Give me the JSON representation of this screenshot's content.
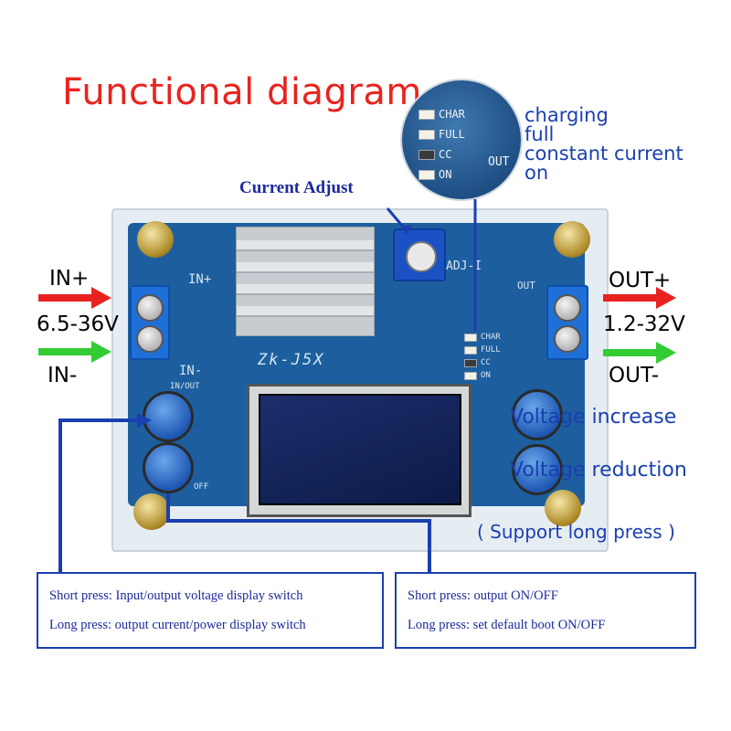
{
  "title": "Functional diagram",
  "zoom": {
    "leds": [
      "CHAR",
      "FULL",
      "CC",
      "ON"
    ],
    "side_text": "OUT",
    "legend": [
      "charging",
      "full",
      "constant current",
      "on"
    ]
  },
  "current_adjust": "Current Adjust",
  "input": {
    "plus": "IN+",
    "range": "6.5-36V",
    "minus": "IN-"
  },
  "output": {
    "plus": "OUT+",
    "range": "1.2-32V",
    "minus": "OUT-"
  },
  "board": {
    "model": "Zk-J5X",
    "in_plus": "IN+",
    "in_minus": "IN-",
    "out_label": "OUT",
    "adj_label": "ADJ-I",
    "in_out_label": "IN/OUT",
    "off_label": "OFF",
    "leds": [
      "CHAR",
      "FULL",
      "CC",
      "ON"
    ]
  },
  "labels": {
    "voltage_increase": "Voltage increase",
    "voltage_reduction": "Voltage reduction",
    "long_press": "( Support long press )"
  },
  "left_box": {
    "line1": "Short press: Input/output voltage display switch",
    "line2": "Long press: output current/power display switch"
  },
  "right_box": {
    "line1": "Short press: output ON/OFF",
    "line2": "Long press: set default boot ON/OFF"
  },
  "colors": {
    "title": "#e8231f",
    "annotation_blue": "#1a3fb0",
    "arrow_red": "#e8231f",
    "arrow_green": "#33cc33",
    "pcb_blue": "#1d5f9e"
  }
}
